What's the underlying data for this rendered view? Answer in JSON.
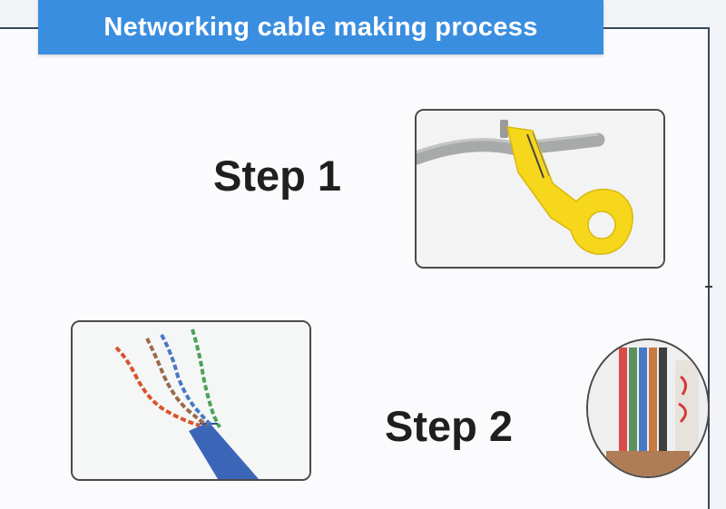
{
  "header": {
    "title": "Networking cable making process"
  },
  "steps": [
    {
      "label": "Step 1",
      "image_icon": "cable-stripper-icon"
    },
    {
      "label": "Step 2",
      "image_icon": "twisted-pair-wires-icon"
    }
  ],
  "colors": {
    "banner": "#3a8ee0",
    "frame_border": "#34495e",
    "stripper_tool": "#f7d71c",
    "cable_jacket_blue": "#3b66b8",
    "cable_jacket_gray": "#a7aaa9"
  }
}
